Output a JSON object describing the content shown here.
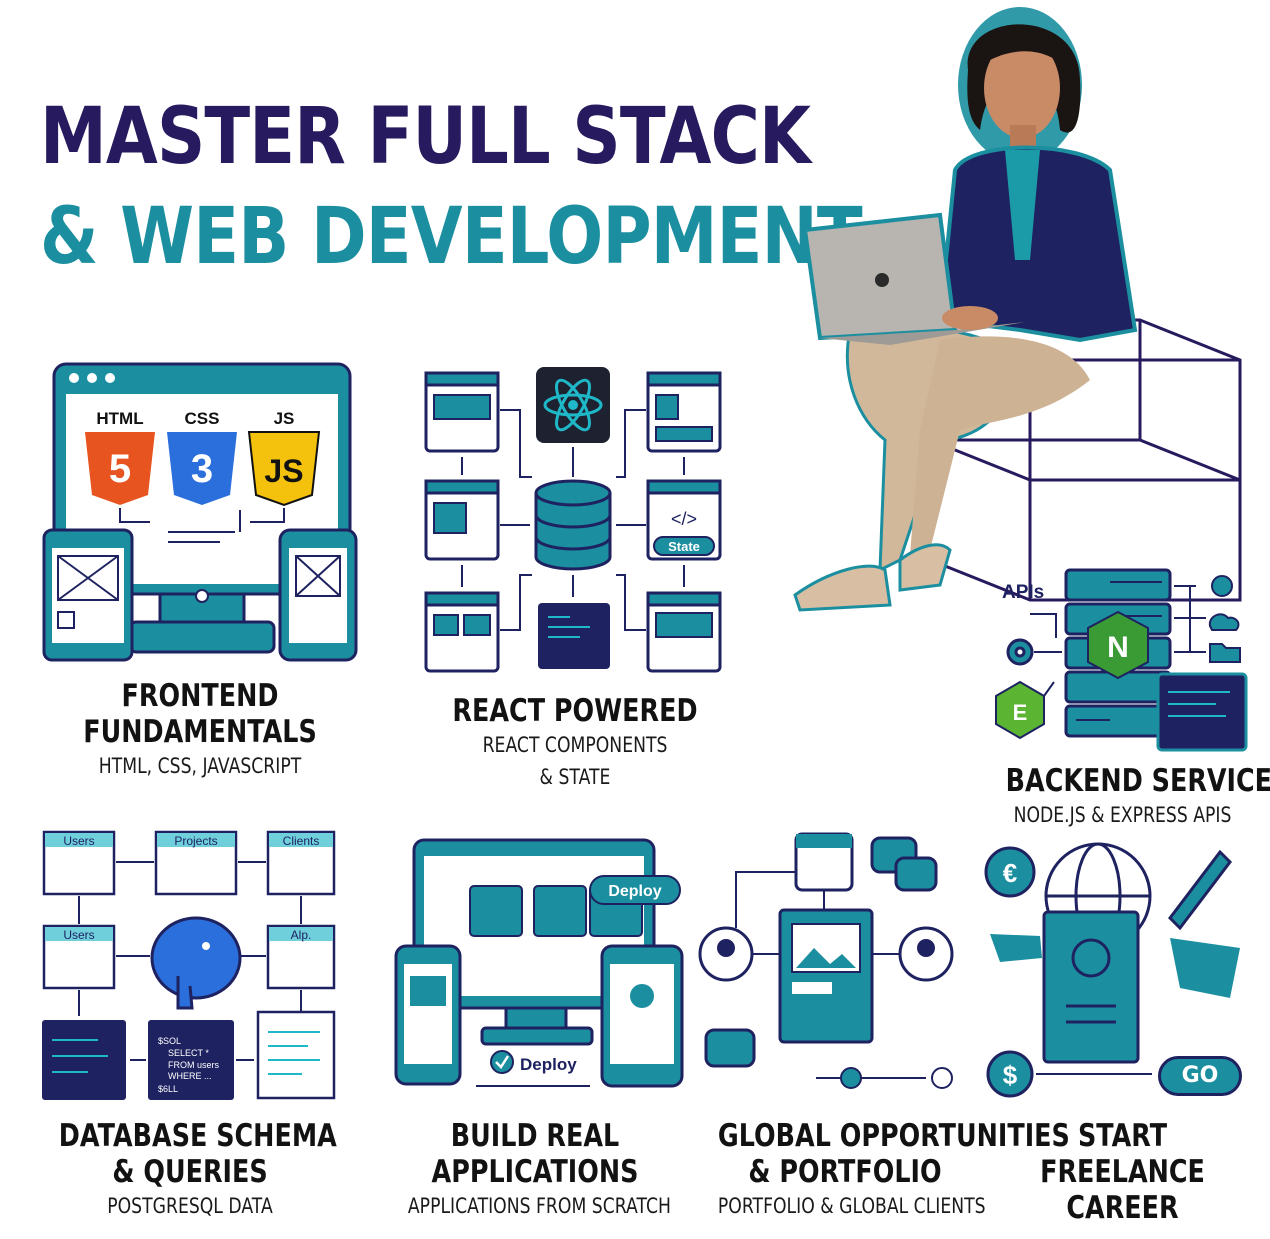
{
  "headline": {
    "line1": "MASTER FULL STACK",
    "line2": "& WEB DEVELOPMENT."
  },
  "colors": {
    "navy": "#281a5e",
    "teal": "#1b8fa0",
    "dark_navy": "#1e2260",
    "orange": "#e8541f",
    "blue": "#2a6fdb",
    "yellow": "#f4c20d",
    "green": "#3a9b35"
  },
  "frontend": {
    "title_lines": [
      "FRONTEND",
      "FUNDAMENTALS"
    ],
    "subtitle": "HTML, CSS, JAVASCRIPT",
    "labels": {
      "html": "HTML",
      "css": "CSS",
      "js": "JS",
      "html_glyph": "5",
      "css_glyph": "3",
      "js_glyph": "JS"
    }
  },
  "react": {
    "title": "REACT POWERED",
    "subtitle_lines": [
      "REACT COMPONENTS",
      "& STATE"
    ],
    "state_label": "State",
    "code_glyph": "</>"
  },
  "backend": {
    "title": "BACKEND SERVICES",
    "subtitle": "NODE.JS & EXPRESS APIS",
    "apis_label": "APIs",
    "n_badge": "N",
    "e_badge": "E"
  },
  "database": {
    "title_lines": [
      "DATABASE SCHEMA",
      "& QUERIES"
    ],
    "subtitle": "POSTGRESQL DATA",
    "tables": [
      "Users",
      "Projects",
      "Clients",
      "Users",
      "Alp."
    ],
    "sql_lines": [
      "$SOL",
      "SELECT *",
      "FROM users",
      "WHERE ...",
      "$6LL"
    ]
  },
  "build": {
    "title_lines": [
      "BUILD REAL",
      "APPLICATIONS"
    ],
    "subtitle": "APPLICATIONS FROM SCRATCH",
    "deploy_label": "Deploy",
    "deploy_label2": "Deploy"
  },
  "global": {
    "title_lines": [
      "GLOBAL OPPORTUNITIES",
      "& PORTFOLIO"
    ],
    "subtitle": "PORTFOLIO & GLOBAL CLIENTS"
  },
  "freelance": {
    "title_lines": [
      "START",
      "FREELANCE",
      "CAREER"
    ],
    "go_label": "GO",
    "euro_glyph": "€",
    "dollar_glyph": "$"
  }
}
